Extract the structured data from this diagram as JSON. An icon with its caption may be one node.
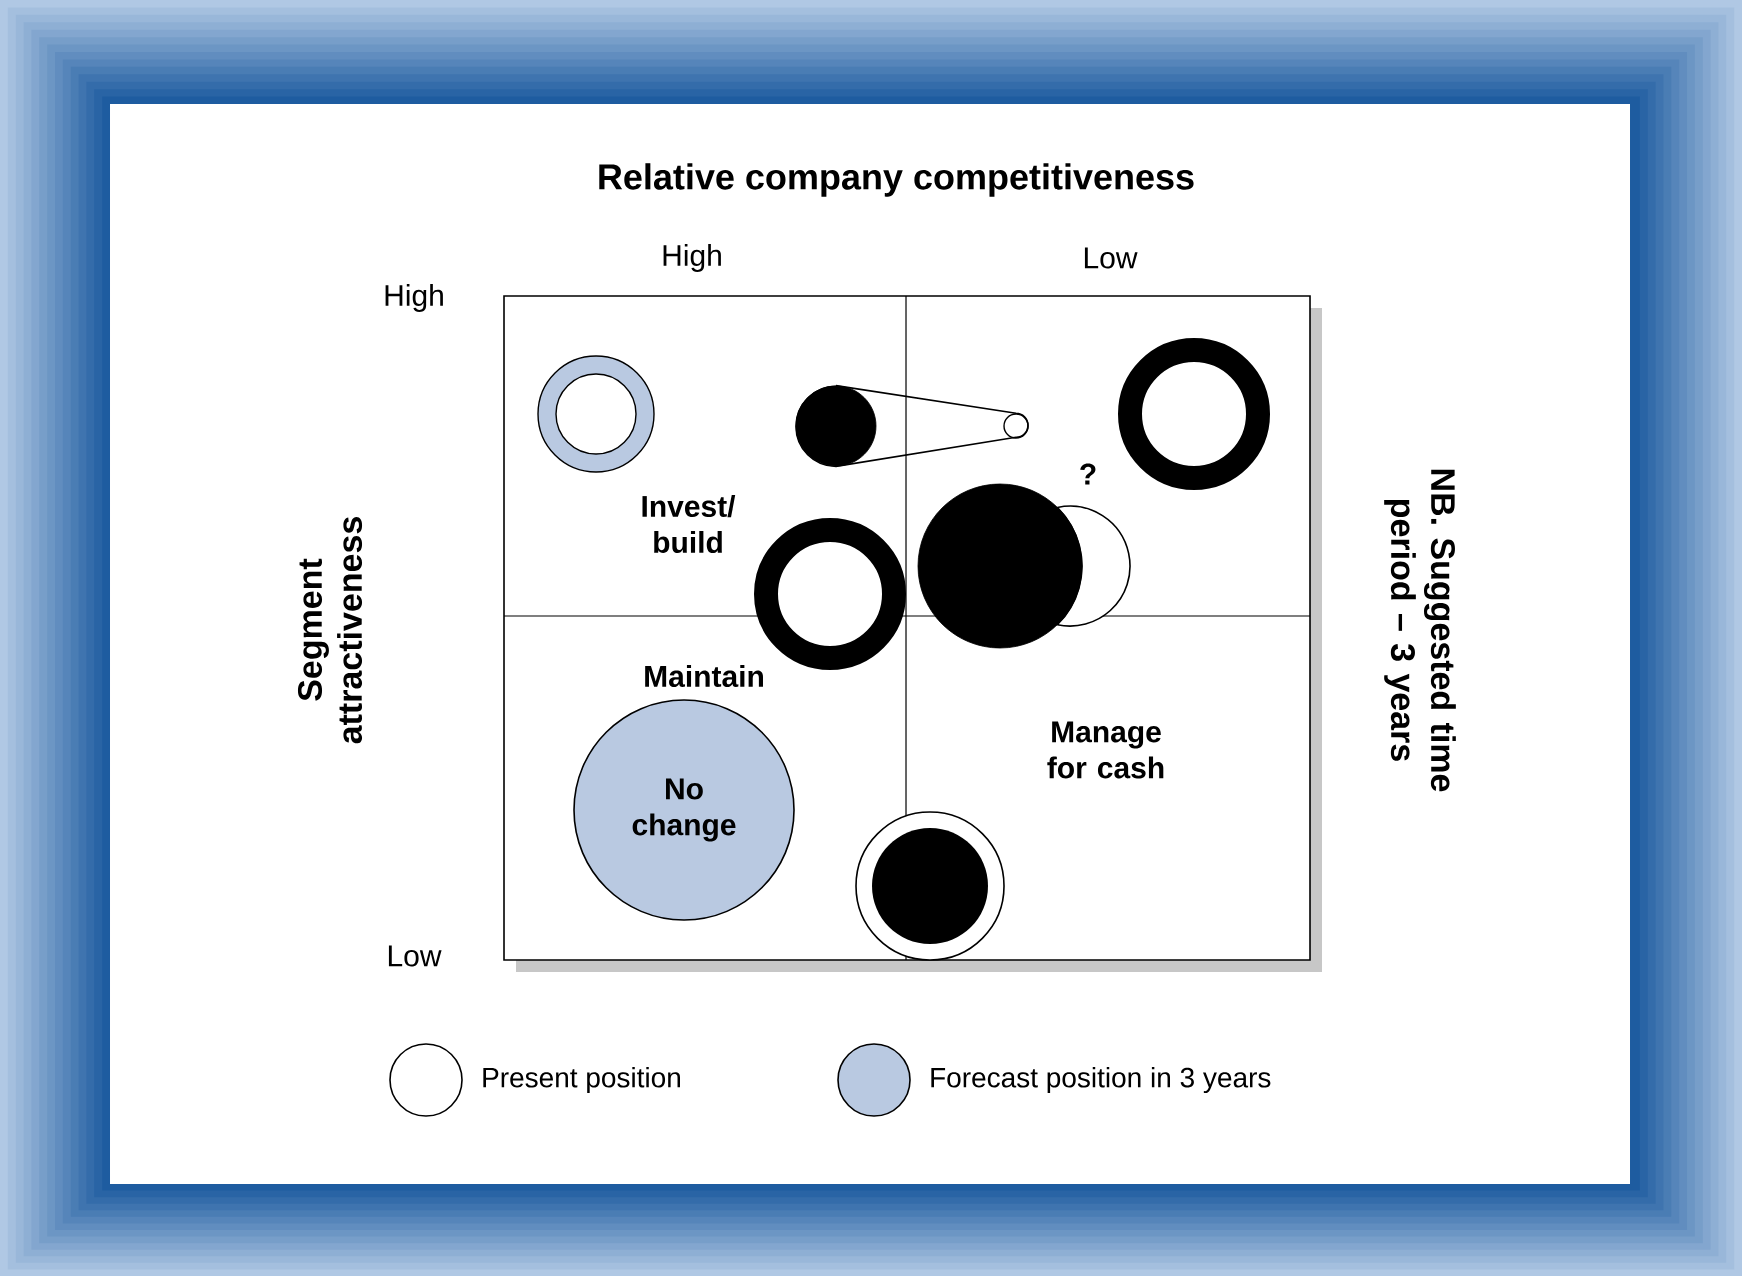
{
  "diagram": {
    "title": "Relative company competitiveness",
    "nodes": [
      {
        "text": [],
        "shape": "circle"
      },
      {
        "text": [],
        "shape": "circle"
      },
      {
        "text": [],
        "shape": "circle"
      },
      {
        "text": [],
        "shape": "circle"
      },
      {
        "text": [],
        "shape": "circle"
      },
      {
        "text": [],
        "shape": "circle"
      },
      {
        "text": [],
        "shape": "circle"
      },
      {
        "text": [
          "No change"
        ]
      },
      {
        "text": [],
        "shape": "circle"
      }
    ],
    "edges": [
      {
        "from": 1,
        "to": 2,
        "arrow": "none"
      }
    ],
    "labels": [
      "High",
      "Low",
      "High",
      "Segment attractiveness",
      "NB. Suggested time period – 3 years",
      "Invest/ build",
      "?",
      "Maintain",
      "Manage for cash",
      "Low"
    ],
    "legend": [
      {
        "text": "Present position"
      },
      {
        "text": "Forecast position in 3 years",
        "color": "#b9c9e1"
      }
    ]
  }
}
